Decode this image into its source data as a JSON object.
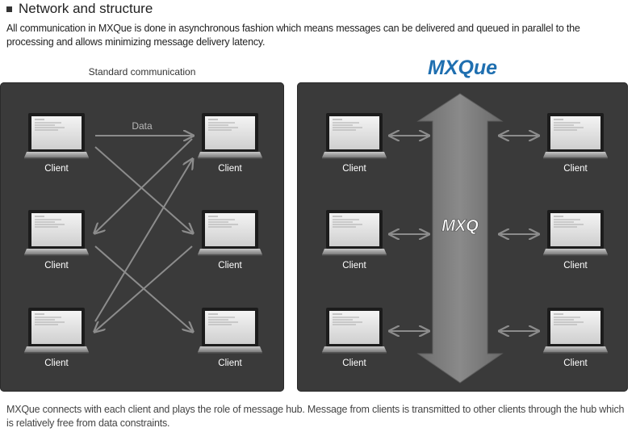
{
  "heading": "Network and structure",
  "intro": "All communication in MXQue is done in asynchronous fashion which means messages can be delivered and queued in parallel to the processing and allows minimizing message delivery latency.",
  "standard": {
    "title": "Standard communication",
    "data_label": "Data",
    "client_label": "Client"
  },
  "mxque": {
    "title": "MXQue",
    "hub_label": "MXQ",
    "client_label": "Client"
  },
  "footer": "MXQue connects with each client and plays the role of message hub. Message from clients is transmitted to other clients through the hub which is relatively free from data constraints.",
  "colors": {
    "brand": "#1f6fb0",
    "panel": "#3a3a3a",
    "arrow": "#8c8c8c",
    "hub": "#808080"
  }
}
